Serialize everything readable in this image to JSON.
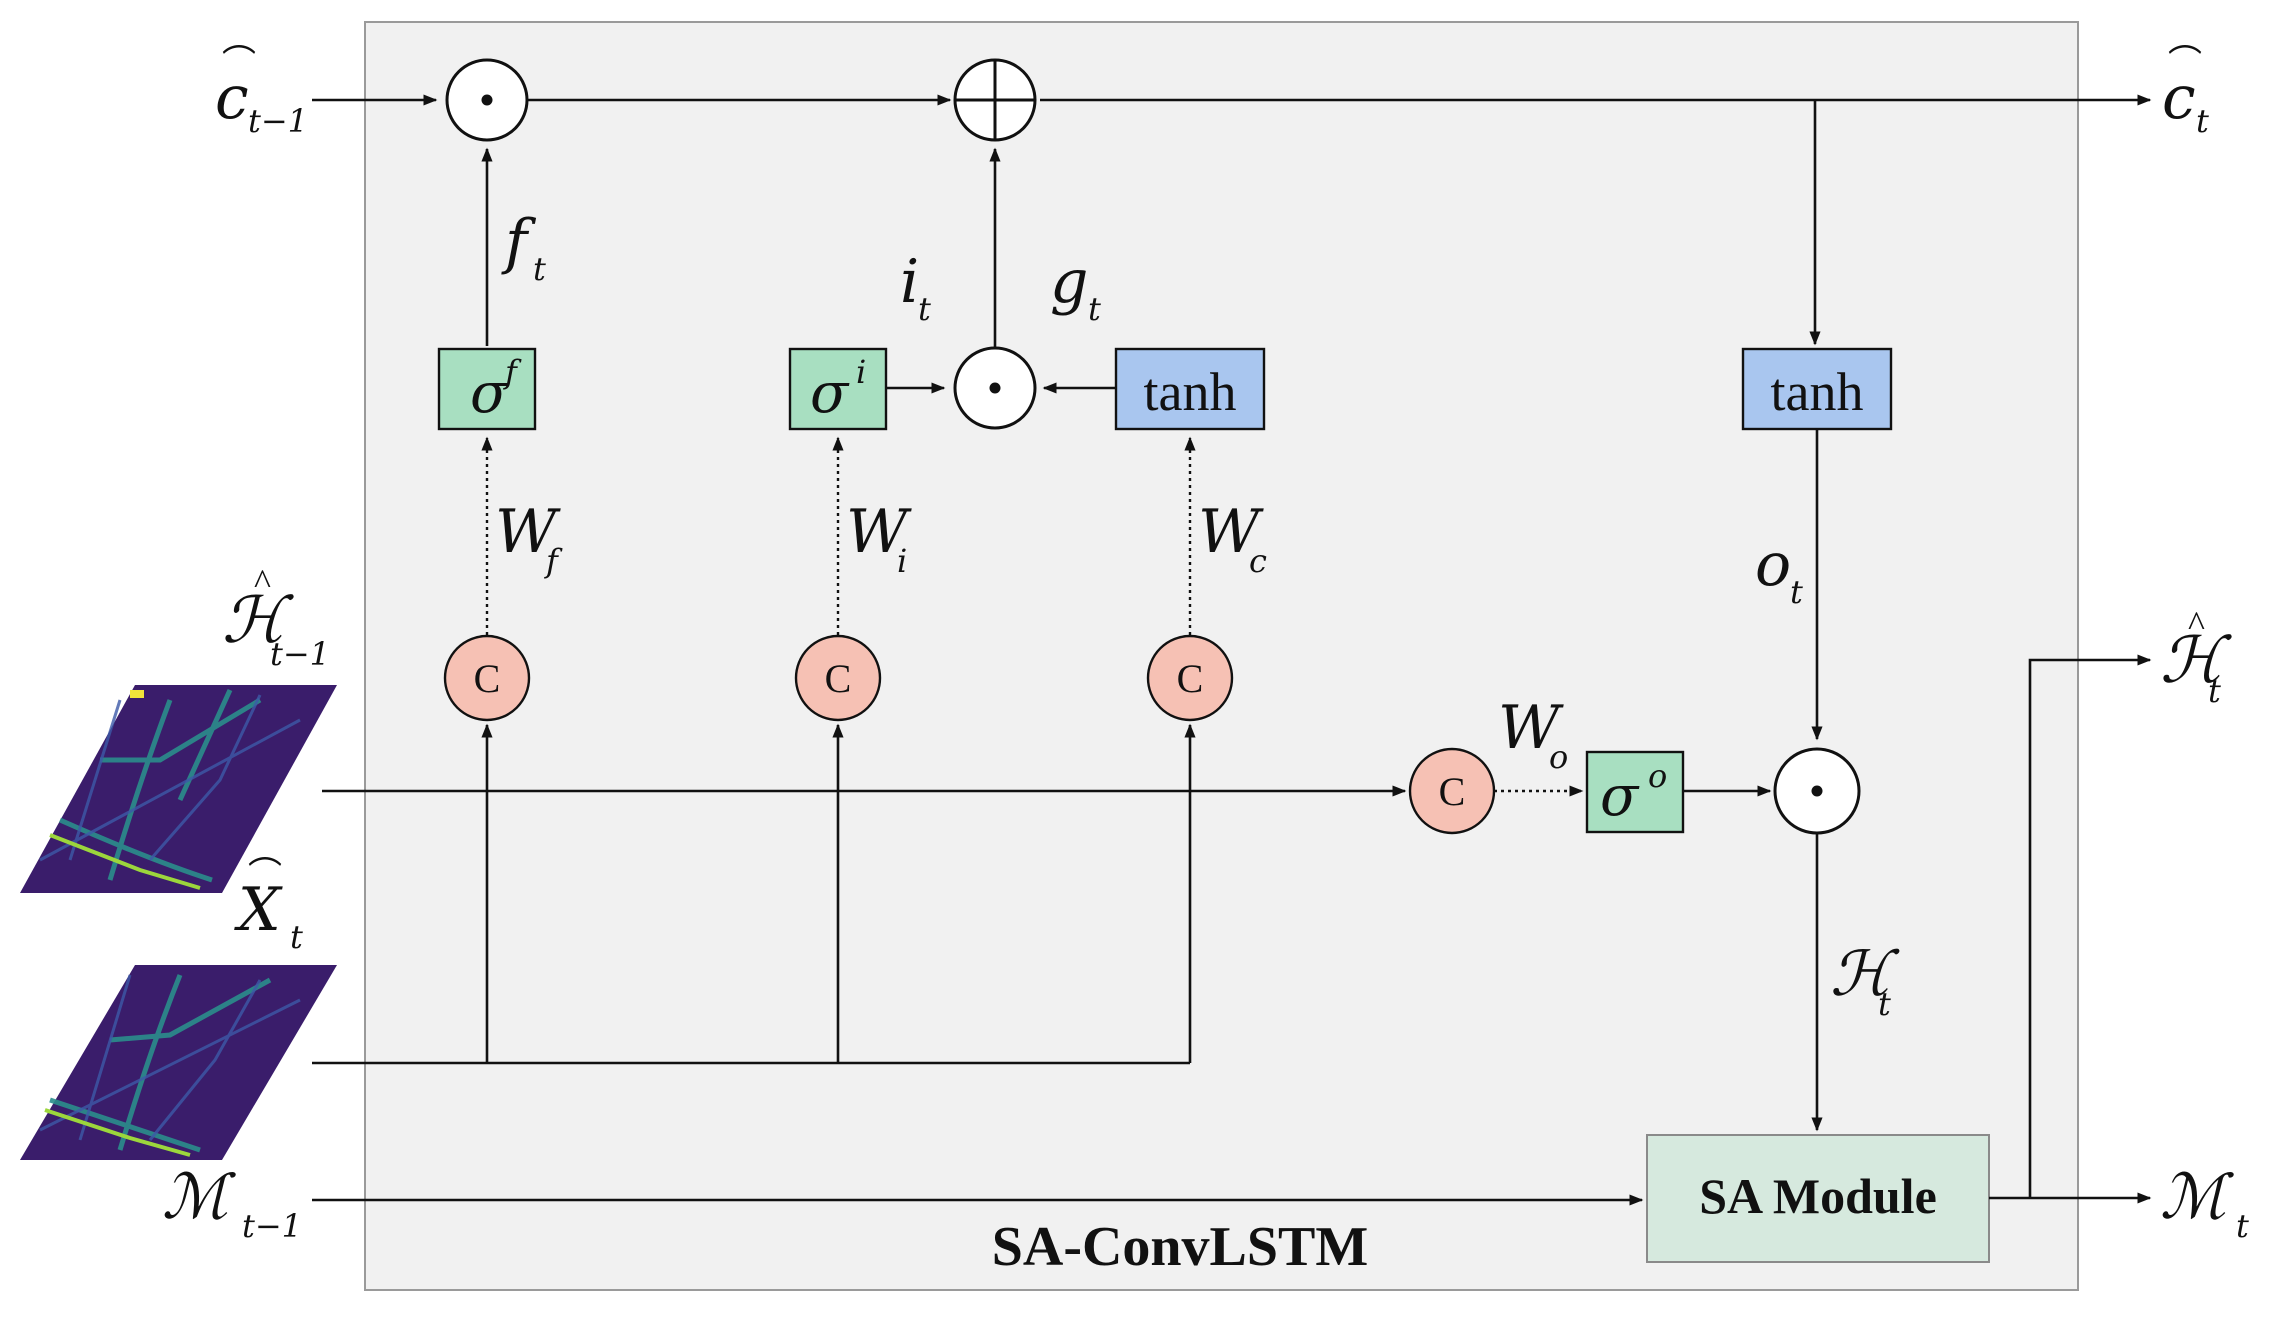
{
  "title": "SA-ConvLSTM",
  "colors": {
    "panel": "#f1f1f1",
    "sigma_box": "#a8dfc1",
    "tanh_box": "#a9c6ef",
    "concat_node": "#f6c1b4",
    "sa_module": "#d6e9de"
  },
  "labels": {
    "c_prev": "c",
    "c_prev_sub": "t−1",
    "c_next": "c",
    "c_next_sub": "t",
    "h_prev": "ℋ",
    "h_prev_sub": "t−1",
    "h_next": "ℋ",
    "h_next_sub": "t",
    "x_t": "X",
    "x_t_sub": "t",
    "m_prev": "ℳ",
    "m_prev_sub": "t−1",
    "m_next": "ℳ",
    "m_next_sub": "t",
    "hidden": "ℋ",
    "hidden_sub": "t",
    "f_t": "f",
    "f_t_sub": "t",
    "i_t": "i",
    "i_t_sub": "t",
    "g_t": "g",
    "g_t_sub": "t",
    "o_t": "o",
    "o_t_sub": "t",
    "w_f": "W",
    "w_f_sub": "f",
    "w_i": "W",
    "w_i_sub": "i",
    "w_c": "W",
    "w_c_sub": "c",
    "w_o": "W",
    "w_o_sub": "o"
  },
  "gates": {
    "sigma_f": "σ",
    "sigma_f_sup": "f",
    "sigma_i": "σ",
    "sigma_i_sup": "i",
    "sigma_o": "σ",
    "sigma_o_sup": "o",
    "tanh_g": "tanh",
    "tanh_out": "tanh"
  },
  "nodes": {
    "concat": "C",
    "multiply": "•",
    "add": "+"
  },
  "sa_module_label": "SA Module"
}
